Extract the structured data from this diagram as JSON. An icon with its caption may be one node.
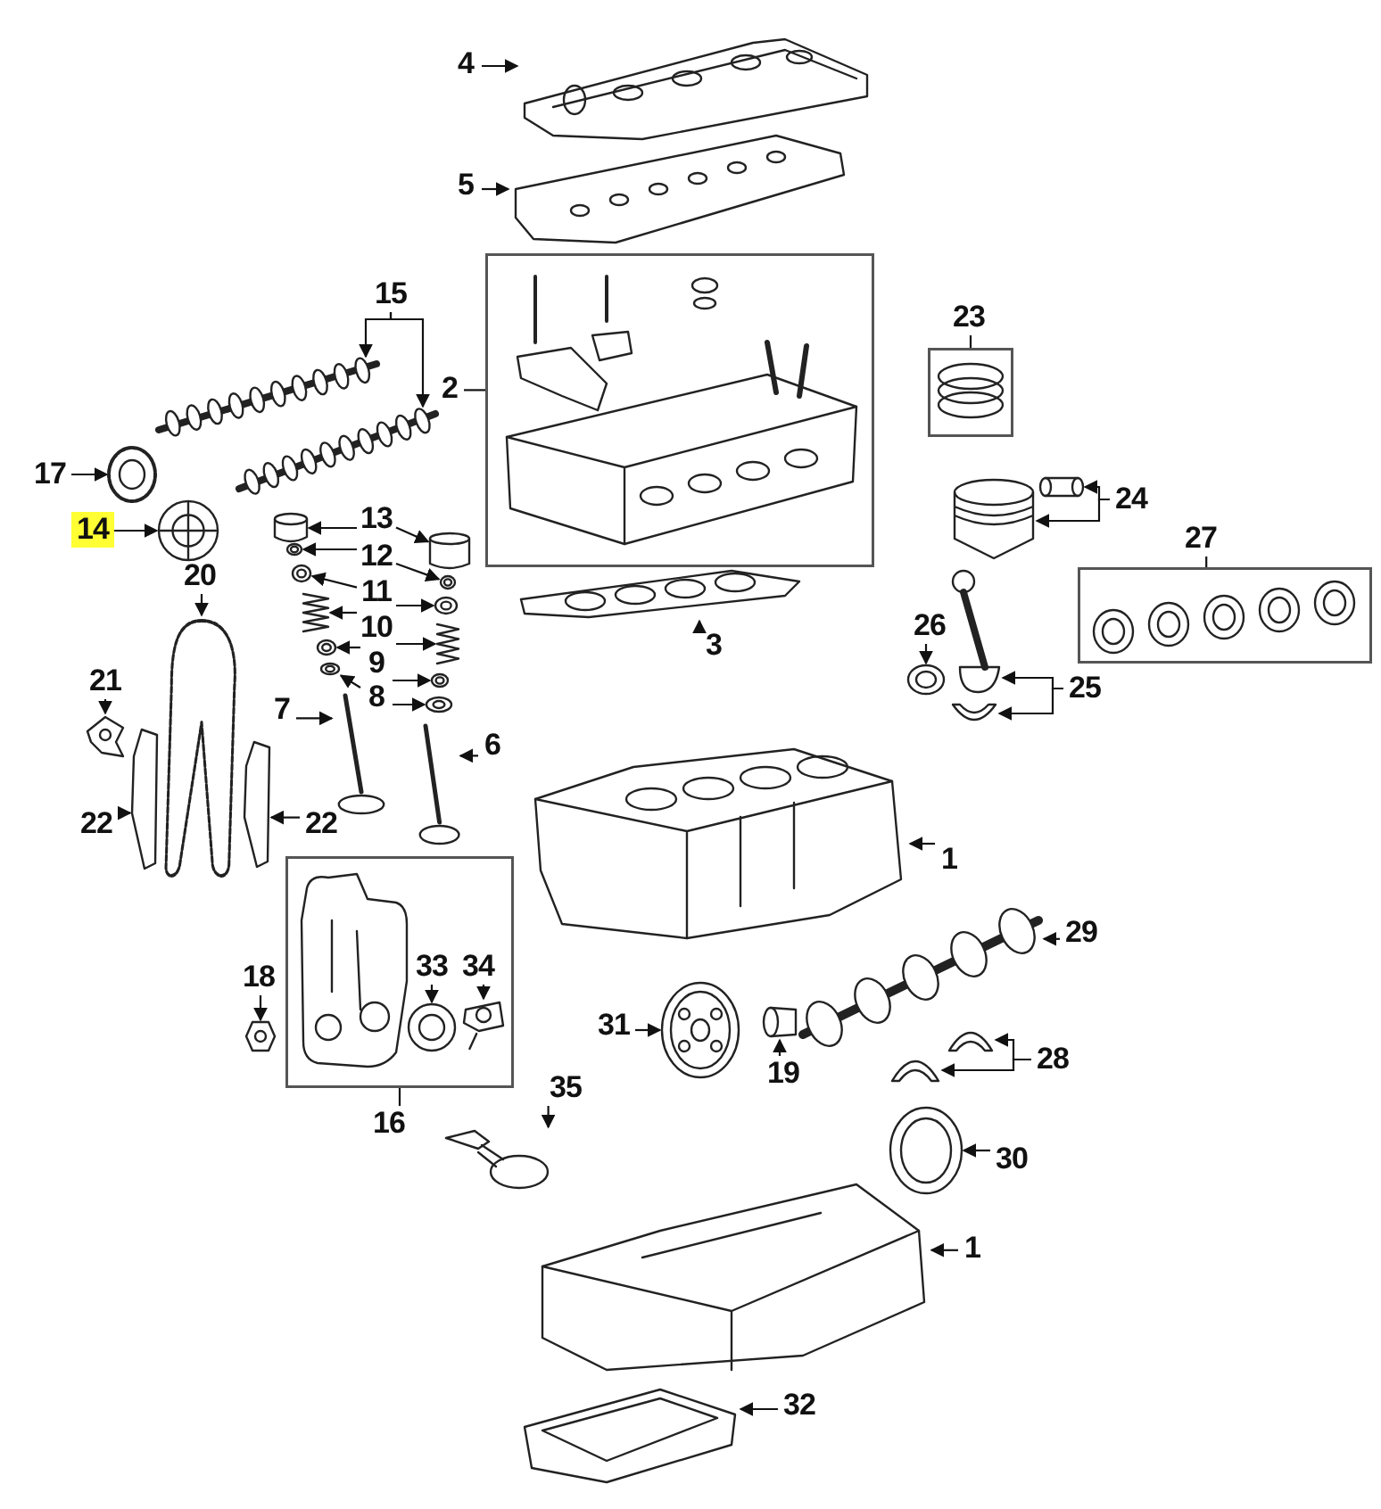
{
  "diagram": {
    "nodes": [
      {
        "text": [
          "4"
        ]
      },
      {
        "text": [],
        "shape": "picture"
      },
      {
        "text": [
          "5"
        ]
      },
      {
        "text": [],
        "shape": "picture"
      },
      {
        "text": [
          "2"
        ]
      },
      {
        "text": [],
        "shape": "box"
      },
      {
        "text": [
          "15"
        ]
      },
      {
        "text": [],
        "shape": "picture"
      },
      {
        "text": [],
        "shape": "picture"
      },
      {
        "text": [
          "17"
        ]
      },
      {
        "text": [],
        "shape": "picture"
      },
      {
        "text": [
          "14"
        ]
      },
      {
        "text": [],
        "shape": "picture"
      },
      {
        "text": [
          "13"
        ]
      },
      {
        "text": [],
        "shape": "picture"
      },
      {
        "text": [],
        "shape": "picture"
      },
      {
        "text": [
          "12"
        ]
      },
      {
        "text": [],
        "shape": "picture"
      },
      {
        "text": [],
        "shape": "picture"
      },
      {
        "text": [
          "11"
        ]
      },
      {
        "text": [],
        "shape": "picture"
      },
      {
        "text": [],
        "shape": "picture"
      },
      {
        "text": [
          "10"
        ]
      },
      {
        "text": [],
        "shape": "picture"
      },
      {
        "text": [],
        "shape": "picture"
      },
      {
        "text": [
          "9"
        ]
      },
      {
        "text": [],
        "shape": "picture"
      },
      {
        "text": [],
        "shape": "picture"
      },
      {
        "text": [
          "8"
        ]
      },
      {
        "text": [],
        "shape": "picture"
      },
      {
        "text": [],
        "shape": "picture"
      },
      {
        "text": [
          "7"
        ]
      },
      {
        "text": [],
        "shape": "picture"
      },
      {
        "text": [
          "6"
        ]
      },
      {
        "text": [],
        "shape": "picture"
      },
      {
        "text": [
          "3"
        ]
      },
      {
        "text": [],
        "shape": "picture"
      },
      {
        "text": [
          "20"
        ]
      },
      {
        "text": [],
        "shape": "picture"
      },
      {
        "text": [
          "21"
        ]
      },
      {
        "text": [],
        "shape": "picture"
      },
      {
        "text": [
          "22"
        ]
      },
      {
        "text": [],
        "shape": "picture"
      },
      {
        "text": [
          "22"
        ]
      },
      {
        "text": [],
        "shape": "picture"
      },
      {
        "text": [
          "23"
        ]
      },
      {
        "text": [],
        "shape": "box"
      },
      {
        "text": [
          "24"
        ]
      },
      {
        "text": [],
        "shape": "picture"
      },
      {
        "text": [],
        "shape": "picture"
      },
      {
        "text": [
          "27"
        ]
      },
      {
        "text": [],
        "shape": "box"
      },
      {
        "text": [
          "26"
        ]
      },
      {
        "text": [],
        "shape": "picture"
      },
      {
        "text": [
          "25"
        ]
      },
      {
        "text": [],
        "shape": "picture"
      },
      {
        "text": [],
        "shape": "picture"
      },
      {
        "text": [
          "1"
        ]
      },
      {
        "text": [],
        "shape": "picture"
      },
      {
        "text": [
          "29"
        ]
      },
      {
        "text": [],
        "shape": "picture"
      },
      {
        "text": [
          "31"
        ]
      },
      {
        "text": [],
        "shape": "picture"
      },
      {
        "text": [
          "19"
        ]
      },
      {
        "text": [],
        "shape": "picture"
      },
      {
        "text": [
          "28"
        ]
      },
      {
        "text": [],
        "shape": "picture"
      },
      {
        "text": [],
        "shape": "picture"
      },
      {
        "text": [
          "30"
        ]
      },
      {
        "text": [],
        "shape": "picture"
      },
      {
        "text": [
          "35"
        ]
      },
      {
        "text": [],
        "shape": "picture"
      },
      {
        "text": [
          "1"
        ]
      },
      {
        "text": [],
        "shape": "picture"
      },
      {
        "text": [
          "32"
        ]
      },
      {
        "text": [],
        "shape": "picture"
      },
      {
        "text": [
          "18"
        ]
      },
      {
        "text": [],
        "shape": "picture"
      },
      {
        "text": [],
        "shape": "box"
      },
      {
        "text": [
          "33"
        ],
        "in": 78
      },
      {
        "text": [],
        "shape": "picture",
        "in": 78
      },
      {
        "text": [
          "34"
        ],
        "in": 78
      },
      {
        "text": [],
        "shape": "picture",
        "in": 78
      },
      {
        "text": [
          "16"
        ]
      }
    ],
    "edges": [
      {
        "from": 0,
        "to": 1,
        "arrow": "to"
      },
      {
        "from": 2,
        "to": 3,
        "arrow": "to"
      },
      {
        "from": 4,
        "to": 5,
        "arrow": "none"
      },
      {
        "from": 6,
        "to": 7,
        "arrow": "to"
      },
      {
        "from": 6,
        "to": 8,
        "arrow": "to"
      },
      {
        "from": 9,
        "to": 10,
        "arrow": "to"
      },
      {
        "from": 11,
        "to": 12,
        "arrow": "to"
      },
      {
        "from": 13,
        "to": 14,
        "arrow": "to"
      },
      {
        "from": 13,
        "to": 15,
        "arrow": "to"
      },
      {
        "from": 16,
        "to": 17,
        "arrow": "to"
      },
      {
        "from": 16,
        "to": 18,
        "arrow": "to"
      },
      {
        "from": 19,
        "to": 20,
        "arrow": "to"
      },
      {
        "from": 19,
        "to": 21,
        "arrow": "to"
      },
      {
        "from": 22,
        "to": 23,
        "arrow": "to"
      },
      {
        "from": 22,
        "to": 24,
        "arrow": "to"
      },
      {
        "from": 25,
        "to": 26,
        "arrow": "to"
      },
      {
        "from": 25,
        "to": 27,
        "arrow": "to"
      },
      {
        "from": 28,
        "to": 29,
        "arrow": "to"
      },
      {
        "from": 28,
        "to": 30,
        "arrow": "to"
      },
      {
        "from": 31,
        "to": 32,
        "arrow": "to"
      },
      {
        "from": 33,
        "to": 34,
        "arrow": "to"
      },
      {
        "from": 35,
        "to": 36,
        "arrow": "to"
      },
      {
        "from": 37,
        "to": 38,
        "arrow": "to"
      },
      {
        "from": 39,
        "to": 40,
        "arrow": "to"
      },
      {
        "from": 41,
        "to": 42,
        "arrow": "to"
      },
      {
        "from": 43,
        "to": 44,
        "arrow": "to"
      },
      {
        "from": 45,
        "to": 46,
        "arrow": "none"
      },
      {
        "from": 47,
        "to": 48,
        "arrow": "to"
      },
      {
        "from": 47,
        "to": 49,
        "arrow": "to"
      },
      {
        "from": 50,
        "to": 51,
        "arrow": "none"
      },
      {
        "from": 52,
        "to": 53,
        "arrow": "to"
      },
      {
        "from": 54,
        "to": 55,
        "arrow": "to"
      },
      {
        "from": 54,
        "to": 56,
        "arrow": "to"
      },
      {
        "from": 57,
        "to": 58,
        "arrow": "to"
      },
      {
        "from": 59,
        "to": 60,
        "arrow": "to"
      },
      {
        "from": 61,
        "to": 62,
        "arrow": "to"
      },
      {
        "from": 63,
        "to": 64,
        "arrow": "to"
      },
      {
        "from": 65,
        "to": 66,
        "arrow": "to"
      },
      {
        "from": 65,
        "to": 67,
        "arrow": "to"
      },
      {
        "from": 68,
        "to": 69,
        "arrow": "to"
      },
      {
        "from": 70,
        "to": 71,
        "arrow": "to"
      },
      {
        "from": 72,
        "to": 73,
        "arrow": "to"
      },
      {
        "from": 74,
        "to": 75,
        "arrow": "to"
      },
      {
        "from": 76,
        "to": 77,
        "arrow": "to"
      },
      {
        "from": 79,
        "to": 80,
        "arrow": "to"
      },
      {
        "from": 81,
        "to": 82,
        "arrow": "to"
      },
      {
        "from": 83,
        "to": 78,
        "arrow": "none"
      }
    ]
  }
}
